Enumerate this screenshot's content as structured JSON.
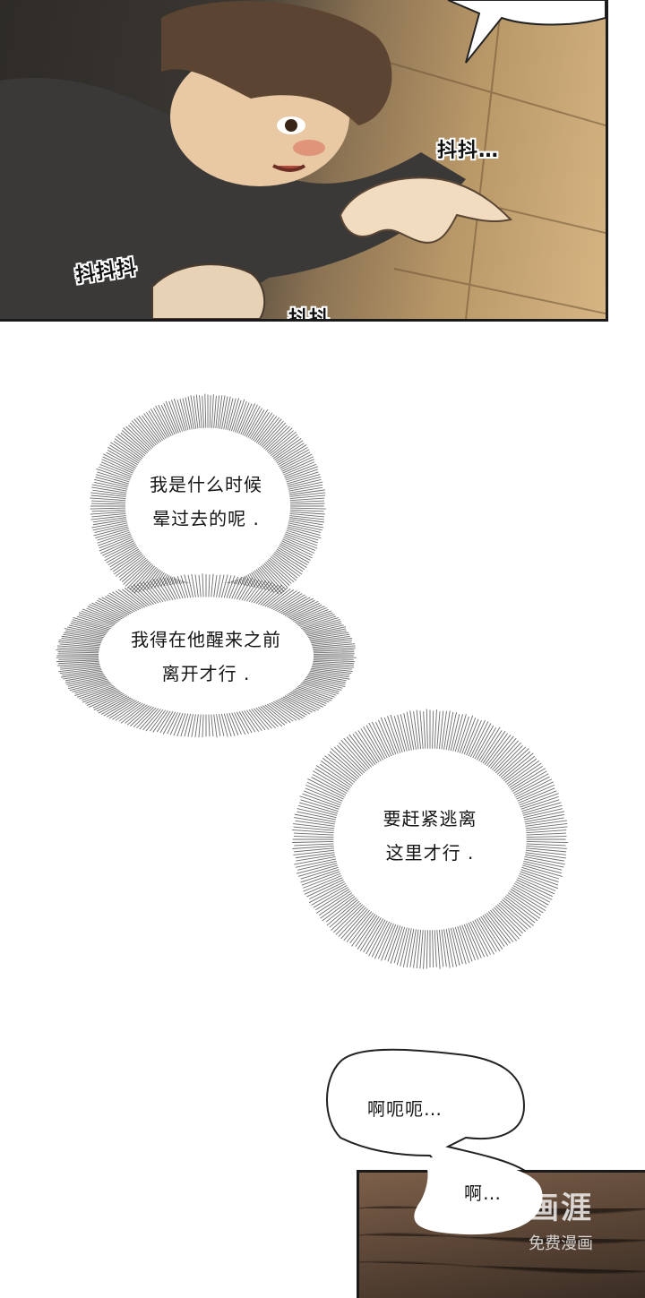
{
  "panel_top": {
    "sfx": [
      "抖抖…",
      "抖抖抖",
      "抖抖…"
    ]
  },
  "thoughts": [
    {
      "lines": [
        "我是什么时候",
        "晕过去的呢 ."
      ]
    },
    {
      "lines": [
        "我得在他醒来之前",
        "离开才行 ."
      ]
    },
    {
      "lines": [
        "要赶紧逃离",
        "这里才行 ."
      ]
    }
  ],
  "speech": [
    {
      "text": "啊呃呃…"
    },
    {
      "text": "啊…"
    }
  ],
  "watermark": {
    "logo": "画涯",
    "caption": "免费漫画"
  }
}
